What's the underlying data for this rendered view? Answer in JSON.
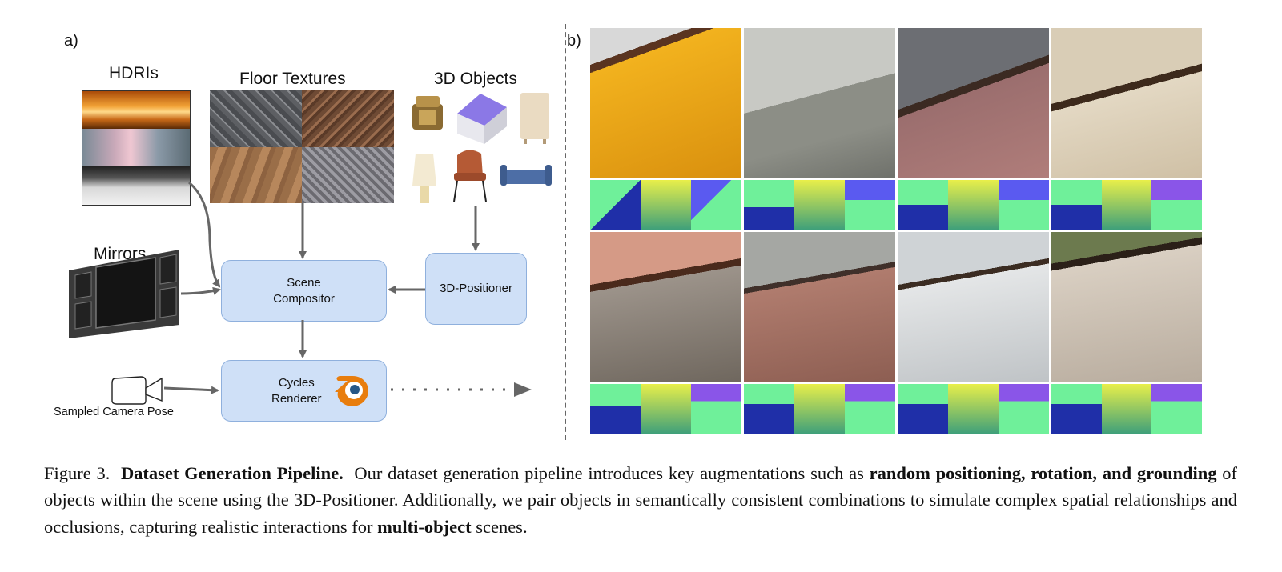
{
  "panel_a": {
    "label": "a)",
    "hdris_title": "HDRIs",
    "floor_title": "Floor Textures",
    "objects_title": "3D Objects",
    "mirrors_title": "Mirrors",
    "compositor_label": "Scene\nCompositor",
    "positioner_label": "3D-Positioner",
    "renderer_label": "Cycles\nRenderer",
    "camera_label": "Sampled Camera Pose"
  },
  "panel_b": {
    "label": "b)"
  },
  "caption": {
    "figure_label": "Figure 3.",
    "title": "Dataset Generation Pipeline.",
    "text_1": "Our dataset generation pipeline introduces key augmentations such as",
    "bold_1": "random positioning, rotation, and grounding",
    "text_2": "of objects within the scene using the 3D-Positioner. Additionally, we pair objects in semantically consistent combinations to simulate complex spatial relationships and occlusions, capturing realistic interactions for",
    "bold_2": "multi-object",
    "text_3": "scenes."
  },
  "colors": {
    "box_fill": "#cfe0f7",
    "box_border": "#8fb0dd",
    "arrow": "#666666",
    "mask_blue": "#1f2fa8",
    "mask_red": "#b01c24",
    "mask_green": "#6ff09a",
    "mask_yellow": "#e8ef4a",
    "mask_purple": "#8a55e8"
  },
  "icons": [
    "blender-logo-icon",
    "camera-icon",
    "mirror-icon"
  ]
}
